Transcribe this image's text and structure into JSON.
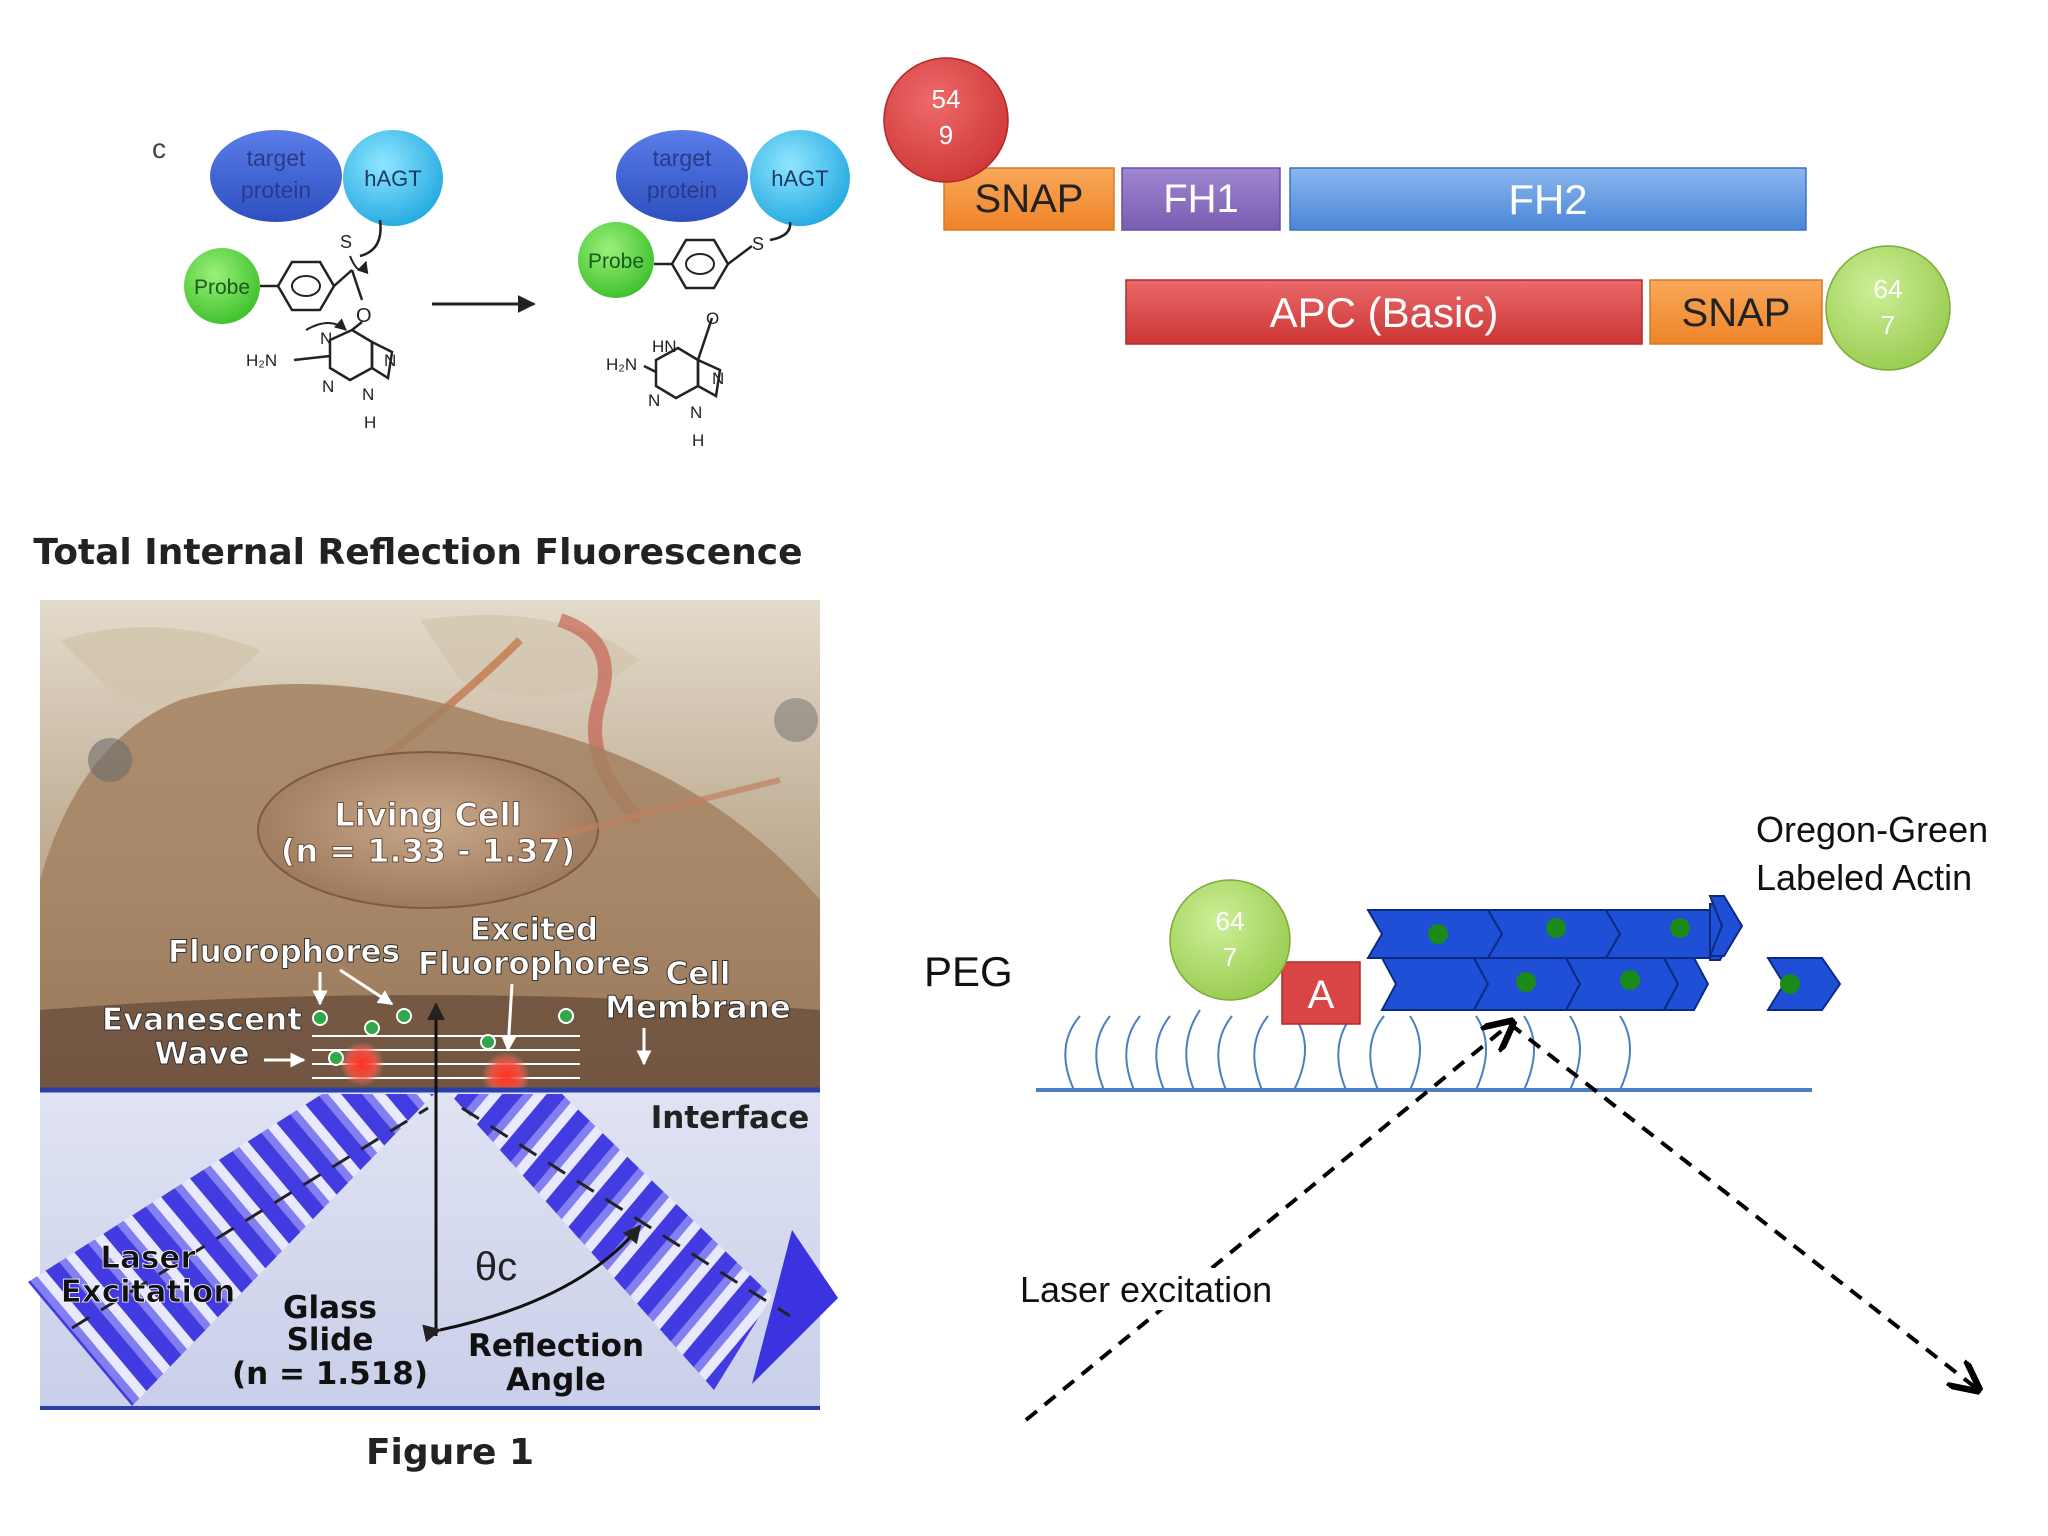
{
  "snap_scheme": {
    "panel_letter": "c",
    "target_protein_line1": "target",
    "target_protein_line2": "protein",
    "hagt": "hAGT",
    "probe": "Probe",
    "sulfur": "S",
    "oxygen": "O",
    "n_atom": "N",
    "amine": "H₂N",
    "nh": "HN",
    "h": "H"
  },
  "constructs": {
    "dye_549_line1": "54",
    "dye_549_line2": "9",
    "snap_1": "SNAP",
    "fh1": "FH1",
    "fh2": "FH2",
    "apc_basic": "APC (Basic)",
    "snap_2": "SNAP",
    "dye_647_line1": "64",
    "dye_647_line2": "7",
    "colors": {
      "snap": "#f7963f",
      "fh1": "#8b6fc0",
      "fh2": "#5b95dd",
      "apc": "#d94545",
      "dye_549": "#d94545",
      "dye_647": "#a6d65a"
    }
  },
  "tirf": {
    "title": "Total Internal Reflection Fluorescence",
    "living_cell_line1": "Living Cell",
    "living_cell_line2": "(n = 1.33 - 1.37)",
    "fluorophores": "Fluorophores",
    "excited_line1": "Excited",
    "excited_line2": "Fluorophores",
    "cell_line1": "Cell",
    "cell_line2": "Membrane",
    "evanescent_line1": "Evanescent",
    "evanescent_line2": "Wave",
    "interface": "Interface",
    "laser_line1": "Laser",
    "laser_line2": "Excitation",
    "glass_line1": "Glass",
    "glass_line2": "Slide",
    "glass_line3": "(n = 1.518)",
    "theta": "θc",
    "reflection_line1": "Reflection",
    "reflection_line2": "Angle",
    "figure_caption": "Figure 1"
  },
  "assay": {
    "peg": "PEG",
    "dye_647_line1": "64",
    "dye_647_line2": "7",
    "apc_short": "A",
    "oregon_line1": "Oregon-Green",
    "oregon_line2": "Labeled Actin",
    "laser_excitation": "Laser excitation",
    "colors": {
      "actin": "#1e4fd6",
      "label": "#1a8a1a",
      "substrate": "#4a7fc0"
    }
  }
}
